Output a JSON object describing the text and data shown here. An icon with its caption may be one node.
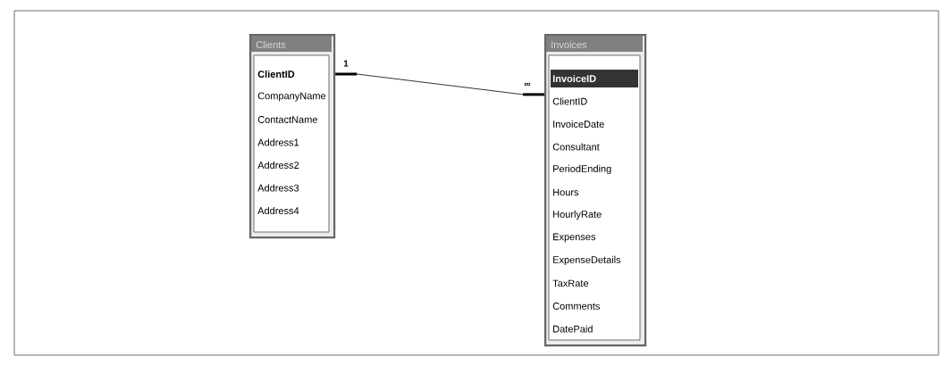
{
  "diagram": {
    "nodes": [
      {
        "text": [
          "Clients",
          "ClientID",
          "CompanyName",
          "ContactName",
          "Address1",
          "Address2",
          "Address3",
          "Address4"
        ]
      },
      {
        "text": [
          "Invoices",
          "InvoiceID",
          "ClientID",
          "InvoiceDate",
          "Consultant",
          "PeriodEnding",
          "Hours",
          "HourlyRate",
          "Expenses",
          "ExpenseDetails",
          "TaxRate",
          "Comments",
          "DatePaid"
        ]
      }
    ],
    "edges": [
      {
        "from": 0,
        "to": 1,
        "arrow": "none"
      }
    ],
    "labels": [
      "1",
      "∞"
    ]
  }
}
